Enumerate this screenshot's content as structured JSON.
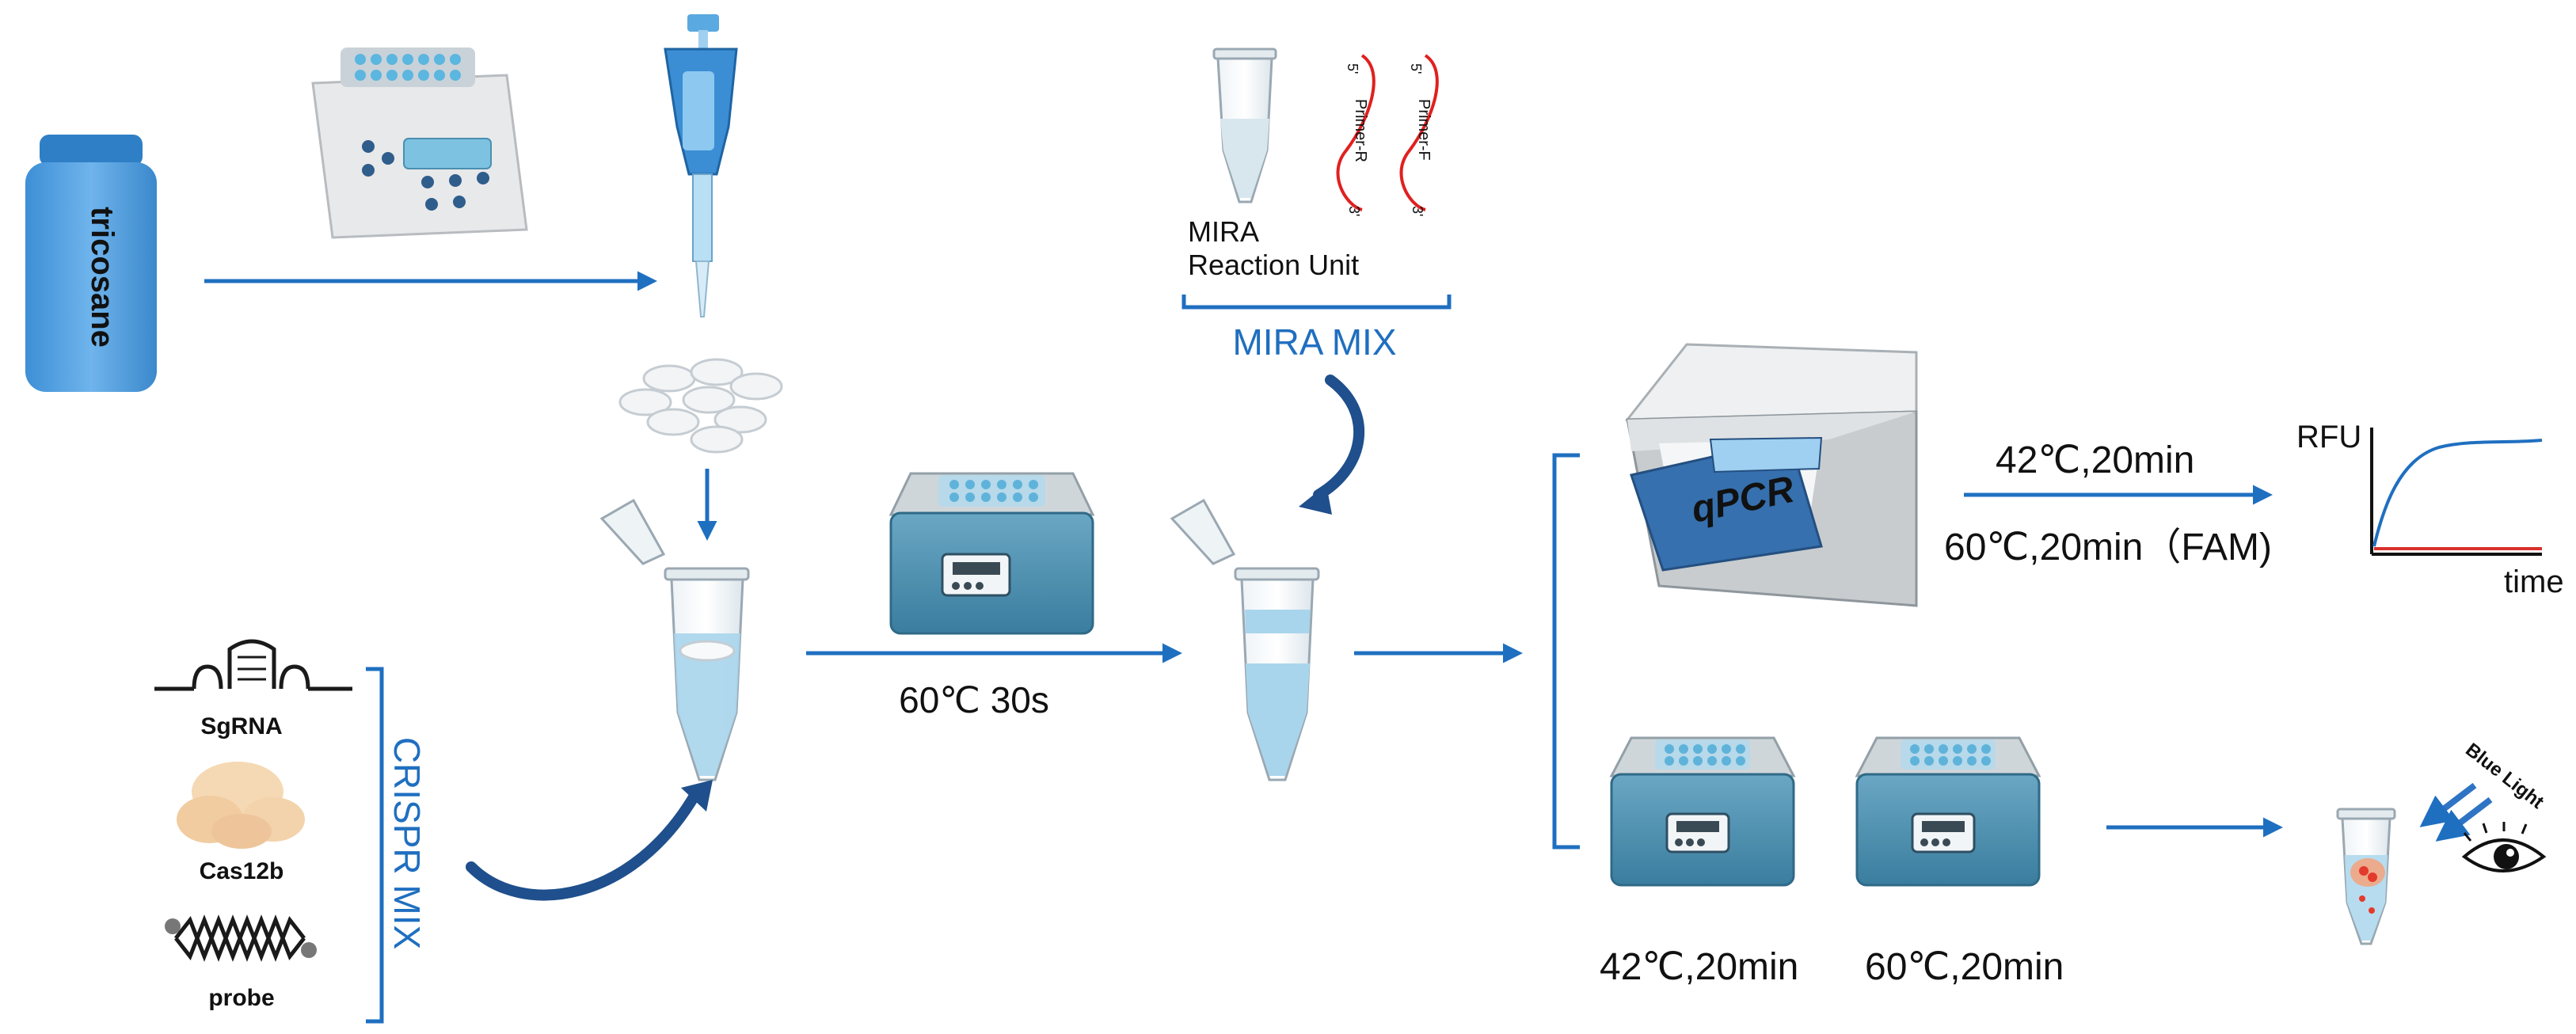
{
  "labels": {
    "bottle": "tricosane",
    "mira_tube_line1": "MIRA",
    "mira_tube_line2": "Reaction Unit",
    "primer_r": "Primer-R",
    "primer_f": "Primer-F",
    "five_prime": "5'",
    "three_prime": "3'",
    "mira_mix": "MIRA MIX",
    "crispr_mix": "CRISPR MIX",
    "sgrna": "SgRNA",
    "cas12b": "Cas12b",
    "probe": "probe",
    "step_heat": "60℃ 30s",
    "qpcr": "qPCR",
    "qpcr_cond1": "42℃,20min",
    "qpcr_cond2": "60℃,20min（FAM)",
    "rfu": "RFU",
    "time": "time",
    "block_cond1": "42℃,20min",
    "block_cond2": "60℃,20min",
    "blue_light": "Blue Light"
  },
  "colors": {
    "arrow": "#1f6fc0",
    "bracket": "#1f6fc0",
    "text_blue": "#1f6fc0",
    "curve_positive": "#1f6fc0",
    "curve_negative": "#d9302c",
    "primer_strand": "#e02020",
    "device_teal": "#3f8fae"
  },
  "icons": {
    "bottle": "bottle-icon",
    "thermomixer": "thermomixer-icon",
    "pipette": "pipette-icon",
    "wax_pellets": "pellets-icon",
    "tube": "tube-icon",
    "heat_block": "heat-block-icon",
    "qpcr_machine": "qpcr-machine-icon",
    "eye": "eye-icon"
  }
}
